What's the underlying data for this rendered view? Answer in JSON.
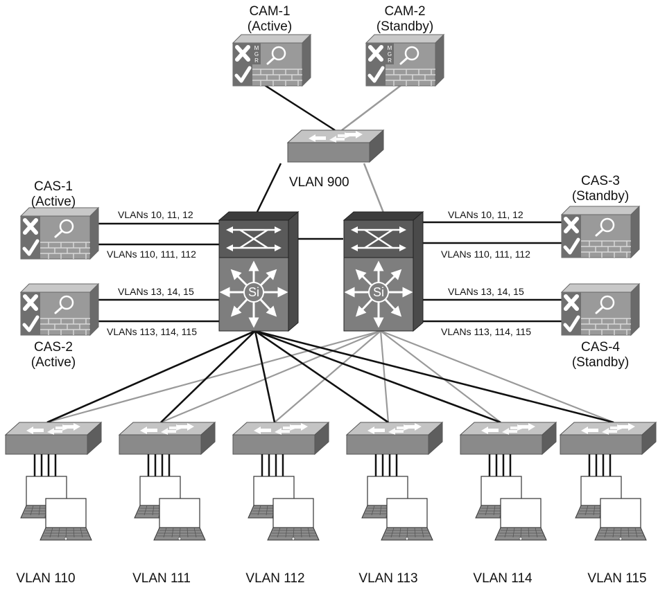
{
  "cam1": {
    "name": "CAM-1",
    "state": "(Active)"
  },
  "cam2": {
    "name": "CAM-2",
    "state": "(Standby)"
  },
  "cam_badge": [
    "M",
    "G",
    "R"
  ],
  "core_vlan": "VLAN 900",
  "cas1": {
    "name": "CAS-1",
    "state": "(Active)"
  },
  "cas2": {
    "name": "CAS-2",
    "state": "(Active)"
  },
  "cas3": {
    "name": "CAS-3",
    "state": "(Standby)"
  },
  "cas4": {
    "name": "CAS-4",
    "state": "(Standby)"
  },
  "link_labels": {
    "left_top_1": "VLANs 10, 11, 12",
    "left_top_2": "VLANs 110, 111, 112",
    "left_bot_1": "VLANs 13, 14, 15",
    "left_bot_2": "VLANs 113, 114, 115",
    "right_top_1": "VLANs 10, 11, 12",
    "right_top_2": "VLANs 110, 111, 112",
    "right_bot_1": "VLANs 13, 14, 15",
    "right_bot_2": "VLANs 113, 114, 115"
  },
  "dist_switch_label": "Si",
  "access_vlans": [
    "VLAN 110",
    "VLAN 111",
    "VLAN 112",
    "VLAN 113",
    "VLAN 114",
    "VLAN 115"
  ],
  "colors": {
    "primary_link": "#111111",
    "standby_link": "#9a9a9a",
    "device_top": "#c9c9c9",
    "device_side": "#6e6e6e",
    "device_front": "#8c8c8c"
  }
}
